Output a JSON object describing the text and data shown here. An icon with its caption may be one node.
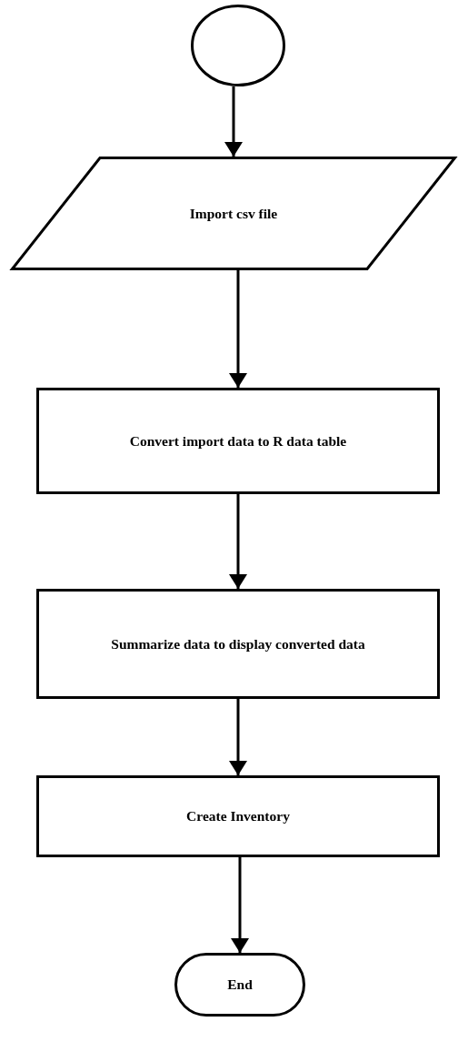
{
  "diagram": {
    "nodes": [
      {
        "text": [],
        "shape": "circle"
      },
      {
        "text": [
          "Import csv file"
        ]
      },
      {
        "text": [
          "Convert import data to R data table"
        ]
      },
      {
        "text": [
          "Summarize data to display converted data"
        ]
      },
      {
        "text": [
          "Create Inventory"
        ]
      },
      {
        "text": [
          "End"
        ]
      }
    ],
    "edges": [
      {
        "from": 0,
        "to": 1,
        "arrow": "to"
      },
      {
        "from": 1,
        "to": 2,
        "arrow": "to"
      },
      {
        "from": 2,
        "to": 3,
        "arrow": "to"
      },
      {
        "from": 3,
        "to": 4,
        "arrow": "to"
      },
      {
        "from": 4,
        "to": 5,
        "arrow": "to"
      }
    ]
  }
}
